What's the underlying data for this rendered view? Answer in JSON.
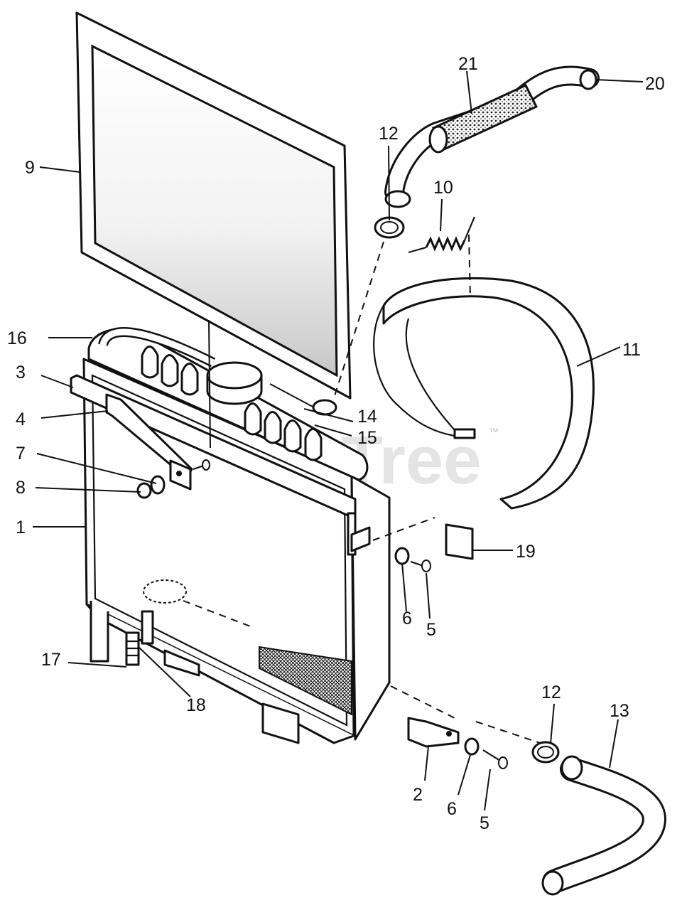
{
  "watermark": {
    "brand": "PartsTree",
    "tm": "™"
  },
  "callouts": {
    "c1": "1",
    "c2": "2",
    "c3": "3",
    "c4": "4",
    "c5a": "5",
    "c5b": "5",
    "c6a": "6",
    "c6b": "6",
    "c7": "7",
    "c8": "8",
    "c9": "9",
    "c10": "10",
    "c11": "11",
    "c12a": "12",
    "c12b": "12",
    "c13": "13",
    "c14": "14",
    "c15": "15",
    "c16": "16",
    "c17": "17",
    "c18": "18",
    "c19": "19",
    "c20": "20",
    "c21": "21"
  }
}
